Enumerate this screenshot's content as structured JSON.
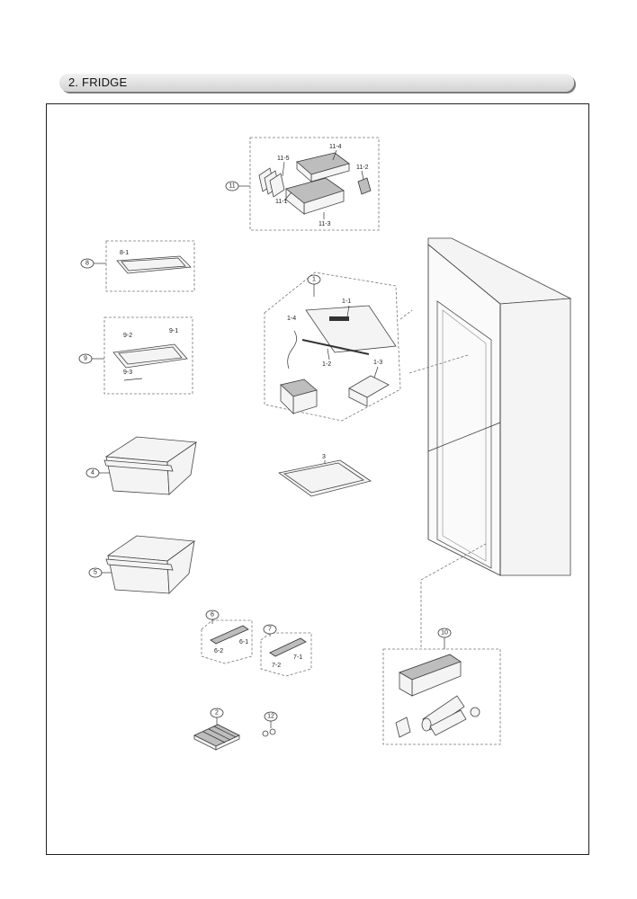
{
  "header": {
    "title": "2. FRIDGE"
  },
  "groups": {
    "g11": {
      "bubble": "11",
      "parts": [
        "11-5",
        "11-4",
        "11-2",
        "11-1",
        "11-3"
      ]
    },
    "g8": {
      "bubble": "8",
      "parts": [
        "8-1"
      ]
    },
    "g9": {
      "bubble": "9",
      "parts": [
        "9-2",
        "9-1",
        "9-3"
      ]
    },
    "g1": {
      "bubble": "1",
      "parts": [
        "1-1",
        "1-4",
        "1-2",
        "1-3"
      ]
    },
    "g4": {
      "bubble": "4"
    },
    "g3": {
      "label": "3"
    },
    "g5": {
      "bubble": "5"
    },
    "g6": {
      "bubble": "6",
      "parts": [
        "6-2",
        "6-1"
      ]
    },
    "g7": {
      "bubble": "7",
      "parts": [
        "7-2",
        "7-1"
      ]
    },
    "g10": {
      "bubble": "10"
    },
    "g2": {
      "bubble": "2"
    },
    "g12": {
      "bubble": "12"
    }
  }
}
